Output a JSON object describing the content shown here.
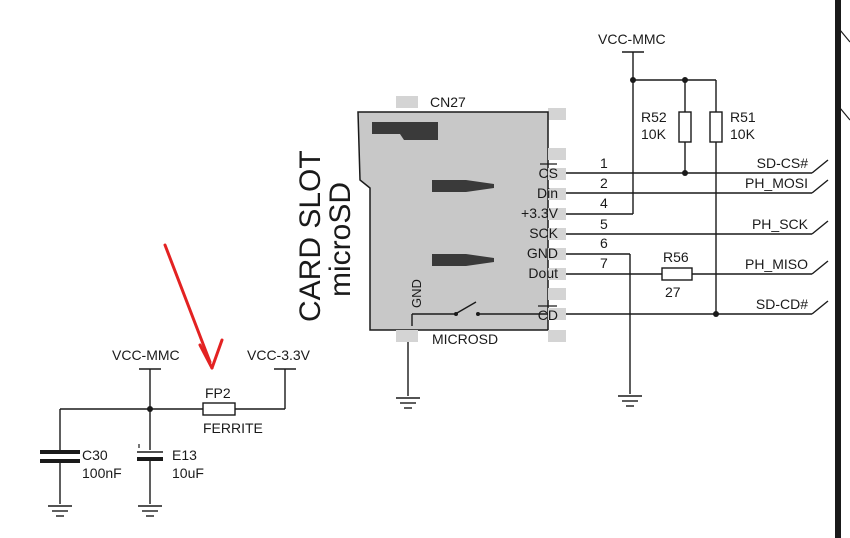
{
  "connector": {
    "designator": "CN27",
    "part_name": "MICROSD",
    "title_line1": "CARD SLOT",
    "title_line2": "microSD",
    "gnd_label": "GND",
    "pin_labels": {
      "cs": "CS",
      "din": "Din",
      "v33": "+3.3V",
      "sck": "SCK",
      "gnd": "GND",
      "dout": "Dout",
      "cd": "CD"
    },
    "pin_numbers": [
      "1",
      "2",
      "4",
      "5",
      "6",
      "7"
    ]
  },
  "nets": {
    "vcc_mmc_top": "VCC-MMC",
    "vcc_mmc_left": "VCC-MMC",
    "vcc_33": "VCC-3.3V",
    "sd_cs": "SD-CS#",
    "ph_mosi": "PH_MOSI",
    "ph_sck": "PH_SCK",
    "ph_miso": "PH_MISO",
    "sd_cd": "SD-CD#"
  },
  "components": {
    "r52": {
      "ref": "R52",
      "value": "10K"
    },
    "r51": {
      "ref": "R51",
      "value": "10K"
    },
    "r56": {
      "ref": "R56",
      "value": "27"
    },
    "fp2": {
      "ref": "FP2",
      "value": "FERRITE"
    },
    "c30": {
      "ref": "C30",
      "value": "100nF"
    },
    "e13": {
      "ref": "E13",
      "value": "10uF"
    }
  },
  "colors": {
    "wire": "#1a1a1a",
    "connector_body": "#c8c8c8",
    "annotation_arrow": "#e32222"
  }
}
